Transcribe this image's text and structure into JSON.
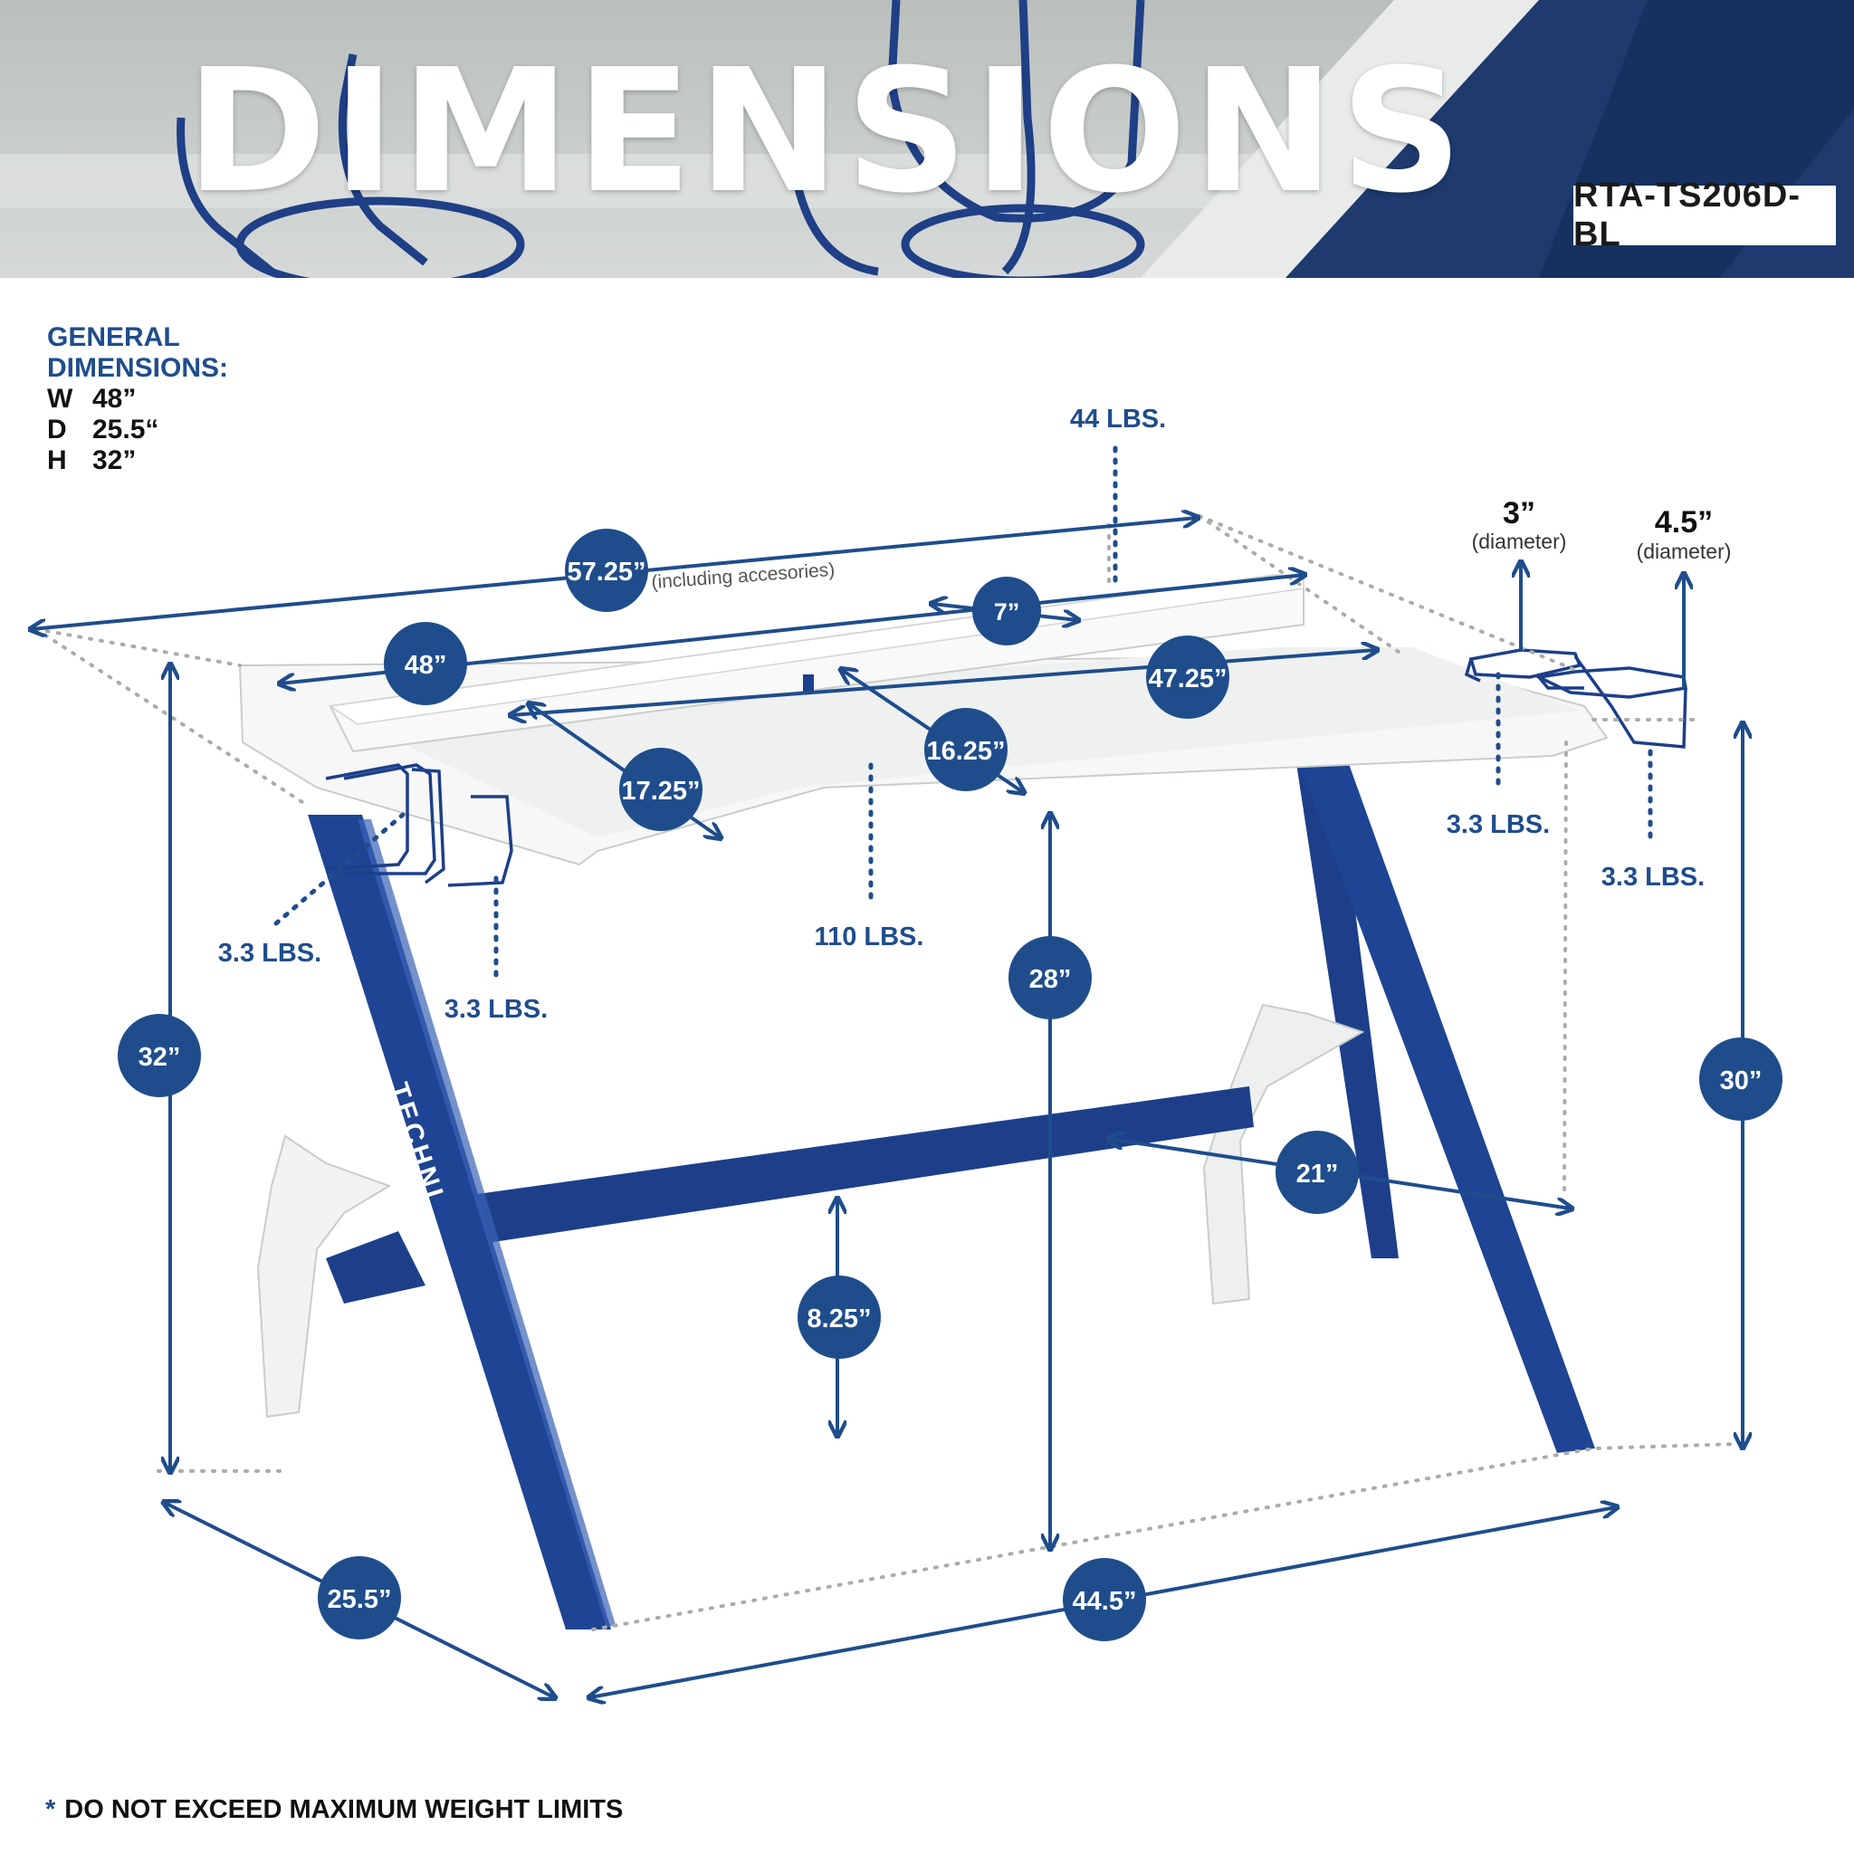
{
  "header": {
    "title": "DIMENSIONS",
    "model": "RTA-TS206D-BL"
  },
  "general_dimensions": {
    "heading_line1": "GENERAL",
    "heading_line2": "DIMENSIONS:",
    "rows": [
      {
        "key": "W",
        "value": "48”"
      },
      {
        "key": "D",
        "value": "25.5“"
      },
      {
        "key": "H",
        "value": "32”"
      }
    ]
  },
  "measurements": {
    "overall_width": "57.25”",
    "overall_width_note": "(including accesories)",
    "top_shelf_weight": "44 LBS.",
    "shelf_depth": "7”",
    "desk_width": "48”",
    "desktop_inner_width": "47.25”",
    "depth_a": "17.25”",
    "depth_b": "16.25”",
    "desk_weight": "110 LBS.",
    "cup_small_diameter": "3”",
    "cup_small_note": "(diameter)",
    "cup_large_diameter": "4.5”",
    "cup_large_note": "(diameter)",
    "cup_small_weight": "3.3 LBS.",
    "cup_large_weight": "3.3 LBS.",
    "hook_left_weight": "3.3 LBS.",
    "hook_right_weight": "3.3 LBS.",
    "overall_height": "32”",
    "knee_clearance": "28”",
    "desktop_height": "30”",
    "leg_depth": "21”",
    "bar_height": "8.25”",
    "base_depth": "25.5”",
    "base_width": "44.5”"
  },
  "footnote": {
    "star": "*",
    "text": "DO NOT EXCEED MAXIMUM WEIGHT LIMITS"
  },
  "colors": {
    "brand_blue": "#1f4d8c",
    "desk_white": "#f2f4f3"
  }
}
